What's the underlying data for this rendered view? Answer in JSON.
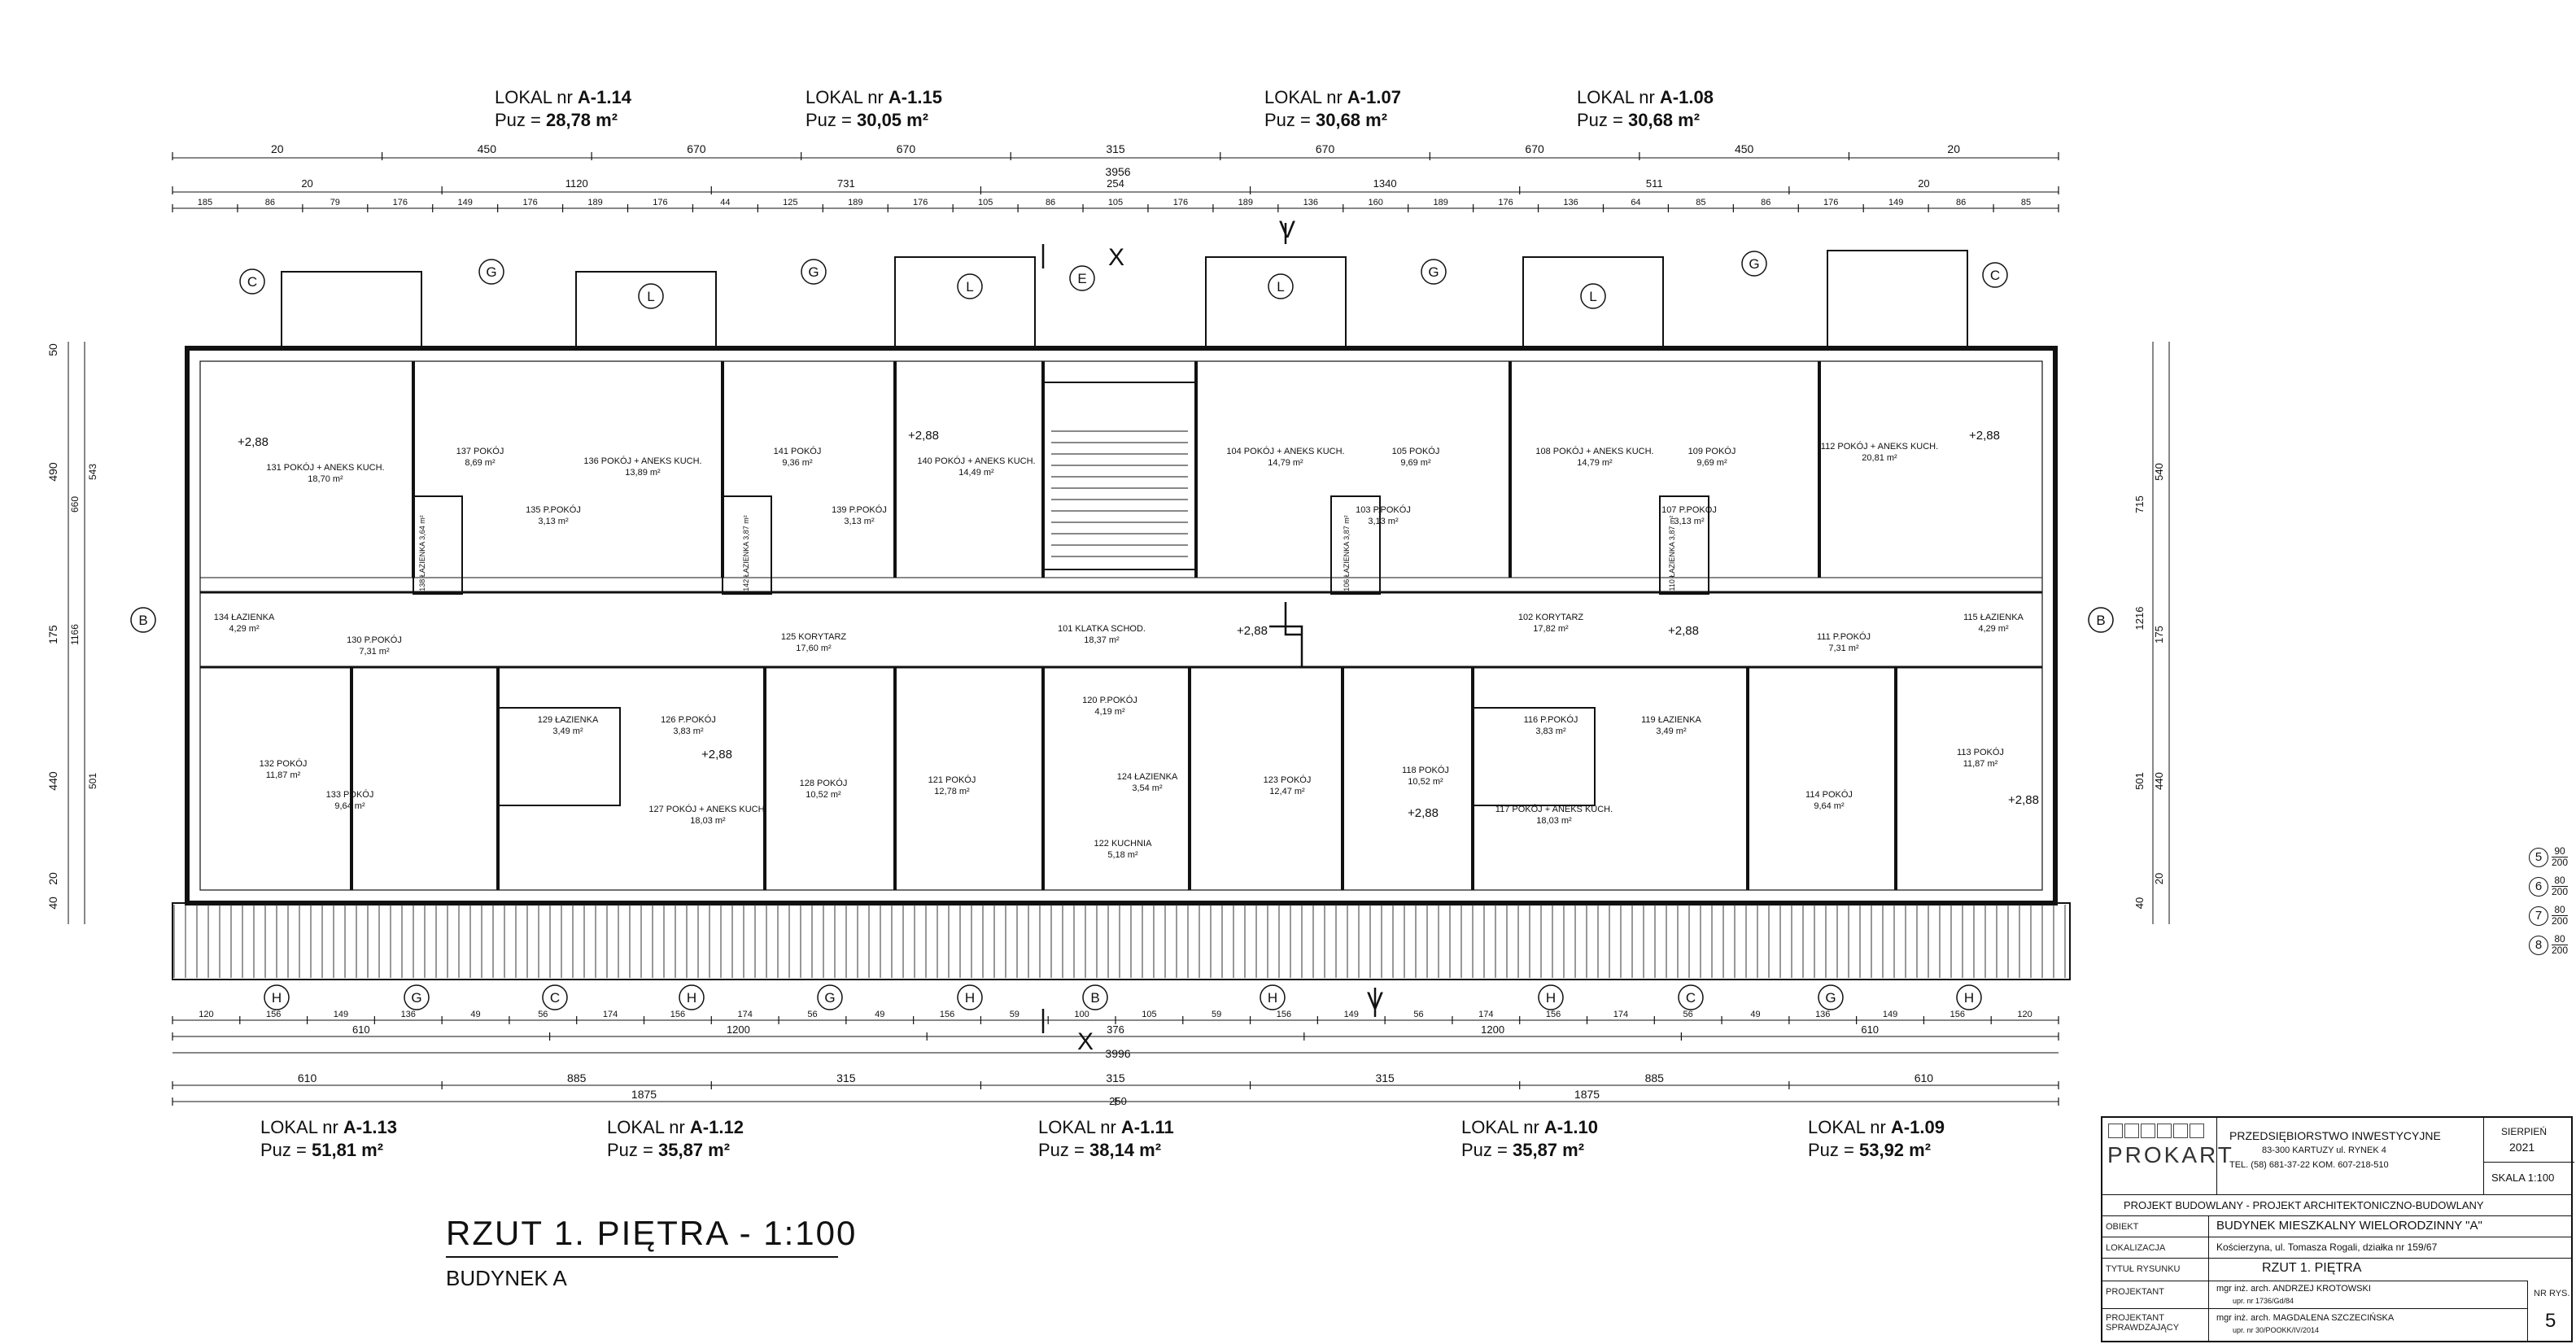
{
  "lokale_top": [
    {
      "prefix": "LOKAL nr ",
      "id": "A-1.14",
      "puz_label": "Puz = ",
      "area": "28,78 m²"
    },
    {
      "prefix": "LOKAL nr ",
      "id": "A-1.15",
      "puz_label": "Puz = ",
      "area": "30,05 m²"
    },
    {
      "prefix": "LOKAL nr ",
      "id": "A-1.07",
      "puz_label": "Puz = ",
      "area": "30,68 m²"
    },
    {
      "prefix": "LOKAL nr ",
      "id": "A-1.08",
      "puz_label": "Puz = ",
      "area": "30,68 m²"
    }
  ],
  "lokale_bottom": [
    {
      "prefix": "LOKAL nr ",
      "id": "A-1.13",
      "puz_label": "Puz = ",
      "area": "51,81 m²"
    },
    {
      "prefix": "LOKAL nr ",
      "id": "A-1.12",
      "puz_label": "Puz = ",
      "area": "35,87 m²"
    },
    {
      "prefix": "LOKAL nr ",
      "id": "A-1.11",
      "puz_label": "Puz = ",
      "area": "38,14 m²"
    },
    {
      "prefix": "LOKAL nr ",
      "id": "A-1.10",
      "puz_label": "Puz = ",
      "area": "35,87 m²"
    },
    {
      "prefix": "LOKAL nr ",
      "id": "A-1.09",
      "puz_label": "Puz = ",
      "area": "53,92 m²"
    }
  ],
  "drawing_title": "RZUT 1. PIĘTRA - 1:100",
  "drawing_subtitle": "BUDYNEK A",
  "dims": {
    "top_row1": [
      "20",
      "450",
      "670",
      "670",
      "315",
      "670",
      "670",
      "450",
      "20"
    ],
    "top_total": "3956",
    "top_row2": [
      "20",
      "1120",
      "731",
      "254",
      "1340",
      "511",
      "20"
    ],
    "top_row3": [
      "185",
      "86",
      "79",
      "176",
      "149",
      "176",
      "189",
      "176",
      "44",
      "125",
      "189",
      "176",
      "105",
      "86",
      "105",
      "176",
      "189",
      "136",
      "160",
      "189",
      "176",
      "136",
      "64",
      "85",
      "86",
      "176",
      "149",
      "86",
      "85"
    ],
    "bottom_row1": [
      "120",
      "156",
      "149",
      "136",
      "49",
      "56",
      "174",
      "156",
      "174",
      "56",
      "49",
      "156",
      "59",
      "100",
      "105",
      "59",
      "156",
      "149",
      "56",
      "174",
      "156",
      "174",
      "56",
      "49",
      "136",
      "149",
      "156",
      "120"
    ],
    "bottom_row2": [
      "610",
      "1200",
      "376",
      "1200",
      "610"
    ],
    "bottom_total": "3996",
    "bottom_row3": [
      "610",
      "885",
      "315",
      "315",
      "315",
      "885",
      "610"
    ],
    "bottom_row3_mid": "250",
    "bottom_row4": [
      "1875",
      "1875"
    ],
    "left": [
      "50",
      "490",
      "175",
      "440",
      "20",
      "40"
    ],
    "left_inner": [
      "660",
      "543",
      "1166",
      "501"
    ],
    "right": [
      "540",
      "715",
      "175",
      "1216",
      "440",
      "501",
      "20",
      "40"
    ]
  },
  "axes": {
    "top": [
      "C",
      "G",
      "L",
      "G",
      "L",
      "E",
      "L",
      "G",
      "L",
      "G",
      "C"
    ],
    "bottom": [
      "H",
      "G",
      "C",
      "H",
      "G",
      "H",
      "B",
      "H",
      "H",
      "C",
      "G",
      "H"
    ],
    "sides": [
      "B",
      "B"
    ],
    "section": [
      "X",
      "X",
      "V",
      "V"
    ]
  },
  "rooms_top": [
    {
      "num": "131",
      "name": "POKÓJ + ANEKS KUCH.",
      "area": "18,70 m²"
    },
    {
      "num": "137",
      "name": "POKÓJ",
      "area": "8,69 m²"
    },
    {
      "num": "136",
      "name": "POKÓJ + ANEKS KUCH.",
      "area": "13,89 m²"
    },
    {
      "num": "141",
      "name": "POKÓJ",
      "area": "9,36 m²"
    },
    {
      "num": "140",
      "name": "POKÓJ + ANEKS KUCH.",
      "area": "14,49 m²"
    },
    {
      "num": "104",
      "name": "POKÓJ + ANEKS KUCH.",
      "area": "14,79 m²"
    },
    {
      "num": "105",
      "name": "POKÓJ",
      "area": "9,69 m²"
    },
    {
      "num": "108",
      "name": "POKÓJ + ANEKS KUCH.",
      "area": "14,79 m²"
    },
    {
      "num": "109",
      "name": "POKÓJ",
      "area": "9,69 m²"
    },
    {
      "num": "112",
      "name": "POKÓJ + ANEKS KUCH.",
      "area": "20,81 m²"
    }
  ],
  "rooms_mid": [
    {
      "num": "135",
      "name": "P.POKÓJ",
      "area": "3,13 m²"
    },
    {
      "num": "139",
      "name": "P.POKÓJ",
      "area": "3,13 m²"
    },
    {
      "num": "103",
      "name": "P.POKÓJ",
      "area": "3,13 m²"
    },
    {
      "num": "107",
      "name": "P.POKÓJ",
      "area": "3,13 m²"
    },
    {
      "num": "134",
      "name": "ŁAZIENKA",
      "area": "4,29 m²"
    },
    {
      "num": "130",
      "name": "P.POKÓJ",
      "area": "7,31 m²"
    },
    {
      "num": "125",
      "name": "KORYTARZ",
      "area": "17,60 m²"
    },
    {
      "num": "101",
      "name": "KLATKA SCHOD.",
      "area": "18,37 m²"
    },
    {
      "num": "102",
      "name": "KORYTARZ",
      "area": "17,82 m²"
    },
    {
      "num": "111",
      "name": "P.POKÓJ",
      "area": "7,31 m²"
    },
    {
      "num": "115",
      "name": "ŁAZIENKA",
      "area": "4,29 m²"
    }
  ],
  "rooms_bottom": [
    {
      "num": "132",
      "name": "POKÓJ",
      "area": "11,87 m²"
    },
    {
      "num": "133",
      "name": "POKÓJ",
      "area": "9,64 m²"
    },
    {
      "num": "129",
      "name": "ŁAZIENKA",
      "area": "3,49 m²"
    },
    {
      "num": "126",
      "name": "P.POKÓJ",
      "area": "3,83 m²"
    },
    {
      "num": "127",
      "name": "POKÓJ + ANEKS KUCH.",
      "area": "18,03 m²"
    },
    {
      "num": "128",
      "name": "POKÓJ",
      "area": "10,52 m²"
    },
    {
      "num": "121",
      "name": "POKÓJ",
      "area": "12,78 m²"
    },
    {
      "num": "120",
      "name": "P.POKÓJ",
      "area": "4,19 m²"
    },
    {
      "num": "124",
      "name": "ŁAZIENKA",
      "area": "3,54 m²"
    },
    {
      "num": "122",
      "name": "KUCHNIA",
      "area": "5,18 m²"
    },
    {
      "num": "123",
      "name": "POKÓJ",
      "area": "12,47 m²"
    },
    {
      "num": "118",
      "name": "POKÓJ",
      "area": "10,52 m²"
    },
    {
      "num": "116",
      "name": "P.POKÓJ",
      "area": "3,83 m²"
    },
    {
      "num": "119",
      "name": "ŁAZIENKA",
      "area": "3,49 m²"
    },
    {
      "num": "117",
      "name": "POKÓJ + ANEKS KUCH.",
      "area": "18,03 m²"
    },
    {
      "num": "114",
      "name": "POKÓJ",
      "area": "9,64 m²"
    },
    {
      "num": "113",
      "name": "POKÓJ",
      "area": "11,87 m²"
    }
  ],
  "wc_rooms": [
    {
      "num": "138",
      "name": "ŁAZIENKA",
      "area": "3,64 m²"
    },
    {
      "num": "142",
      "name": "ŁAZIENKA",
      "area": "3,87 m²"
    },
    {
      "num": "106",
      "name": "ŁAZIENKA",
      "area": "3,87 m²"
    },
    {
      "num": "110",
      "name": "ŁAZIENKA",
      "area": "3,87 m²"
    }
  ],
  "legend": [
    {
      "num": "5",
      "top": "90",
      "bottom": "200"
    },
    {
      "num": "6",
      "top": "80",
      "bottom": "200"
    },
    {
      "num": "7",
      "top": "80",
      "bottom": "200"
    },
    {
      "num": "8",
      "top": "80",
      "bottom": "200"
    }
  ],
  "level_marks": [
    "+2,88",
    "+2,88",
    "+2,88",
    "+2,88",
    "+2,88",
    "+2,88",
    "+2,88",
    "+2,88"
  ],
  "title_block": {
    "logo_text": "PROKART",
    "company": "PRZEDSIĘBIORSTWO INWESTYCYJNE",
    "company_addr": "83-300 KARTUZY ul. RYNEK 4",
    "company_tel": "TEL. (58) 681-37-22   KOM. 607-218-510",
    "date_month": "SIERPIEŃ",
    "date_year": "2021",
    "scale": "SKALA 1:100",
    "project_type": "PROJEKT BUDOWLANY - PROJEKT ARCHITEKTONICZNO-BUDOWLANY",
    "obiekt_label": "OBIEKT",
    "obiekt": "BUDYNEK MIESZKALNY WIELORODZINNY \"A\"",
    "lokalizacja_label": "LOKALIZACJA",
    "lokalizacja": "Kościerzyna, ul. Tomasza Rogali, działka nr 159/67",
    "tytul_label": "TYTUŁ RYSUNKU",
    "tytul": "RZUT 1. PIĘTRA",
    "projektant_label": "PROJEKTANT",
    "projektant": "mgr inż. arch. ANDRZEJ KROTOWSKI",
    "projektant_upr": "upr. nr 1736/Gd/84",
    "sprawdzajacy_label": "PROJEKTANT SPRAWDZAJĄCY",
    "sprawdzajacy": "mgr inż. arch. MAGDALENA SZCZECIŃSKA",
    "sprawdzajacy_upr": "upr. nr 30/POOKK/IV/2014",
    "nr_rys_label": "NR RYS.",
    "nr_rys": "5"
  }
}
